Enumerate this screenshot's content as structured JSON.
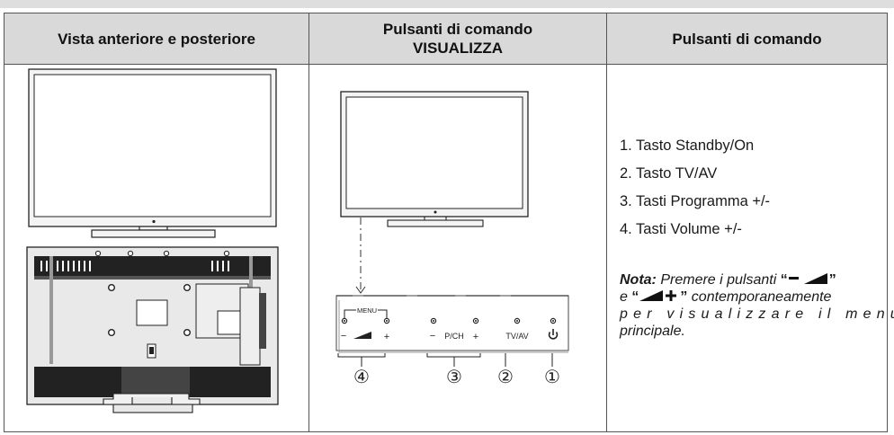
{
  "headers": {
    "col1": "Vista anteriore e posteriore",
    "col2_line1": "Pulsanti di comando",
    "col2_line2": "VISUALIZZA",
    "col3": "Pulsanti di comando"
  },
  "panel_labels": {
    "menu": "MENU",
    "minus": "−",
    "plus": "+",
    "pch": "P/CH",
    "tvav": "TV/AV",
    "callouts": [
      "④",
      "③",
      "②",
      "①"
    ]
  },
  "list_items": [
    "1. Tasto Standby/On",
    "2. Tasto TV/AV",
    "3. Tasti Programma +/-",
    "4. Tasti Volume +/-"
  ],
  "nota": {
    "label": "Nota:",
    "line1_text": " Premere i pulsanti ",
    "q_open": "“",
    "q_close": "”",
    "line2_e": "e ",
    "line2_rest": " contemporaneamente",
    "line3": "per visualizzare il menu",
    "line4": "principale."
  },
  "icons": [
    "tv-front-icon",
    "tv-back-icon",
    "volume-wedge-icon",
    "power-icon"
  ]
}
